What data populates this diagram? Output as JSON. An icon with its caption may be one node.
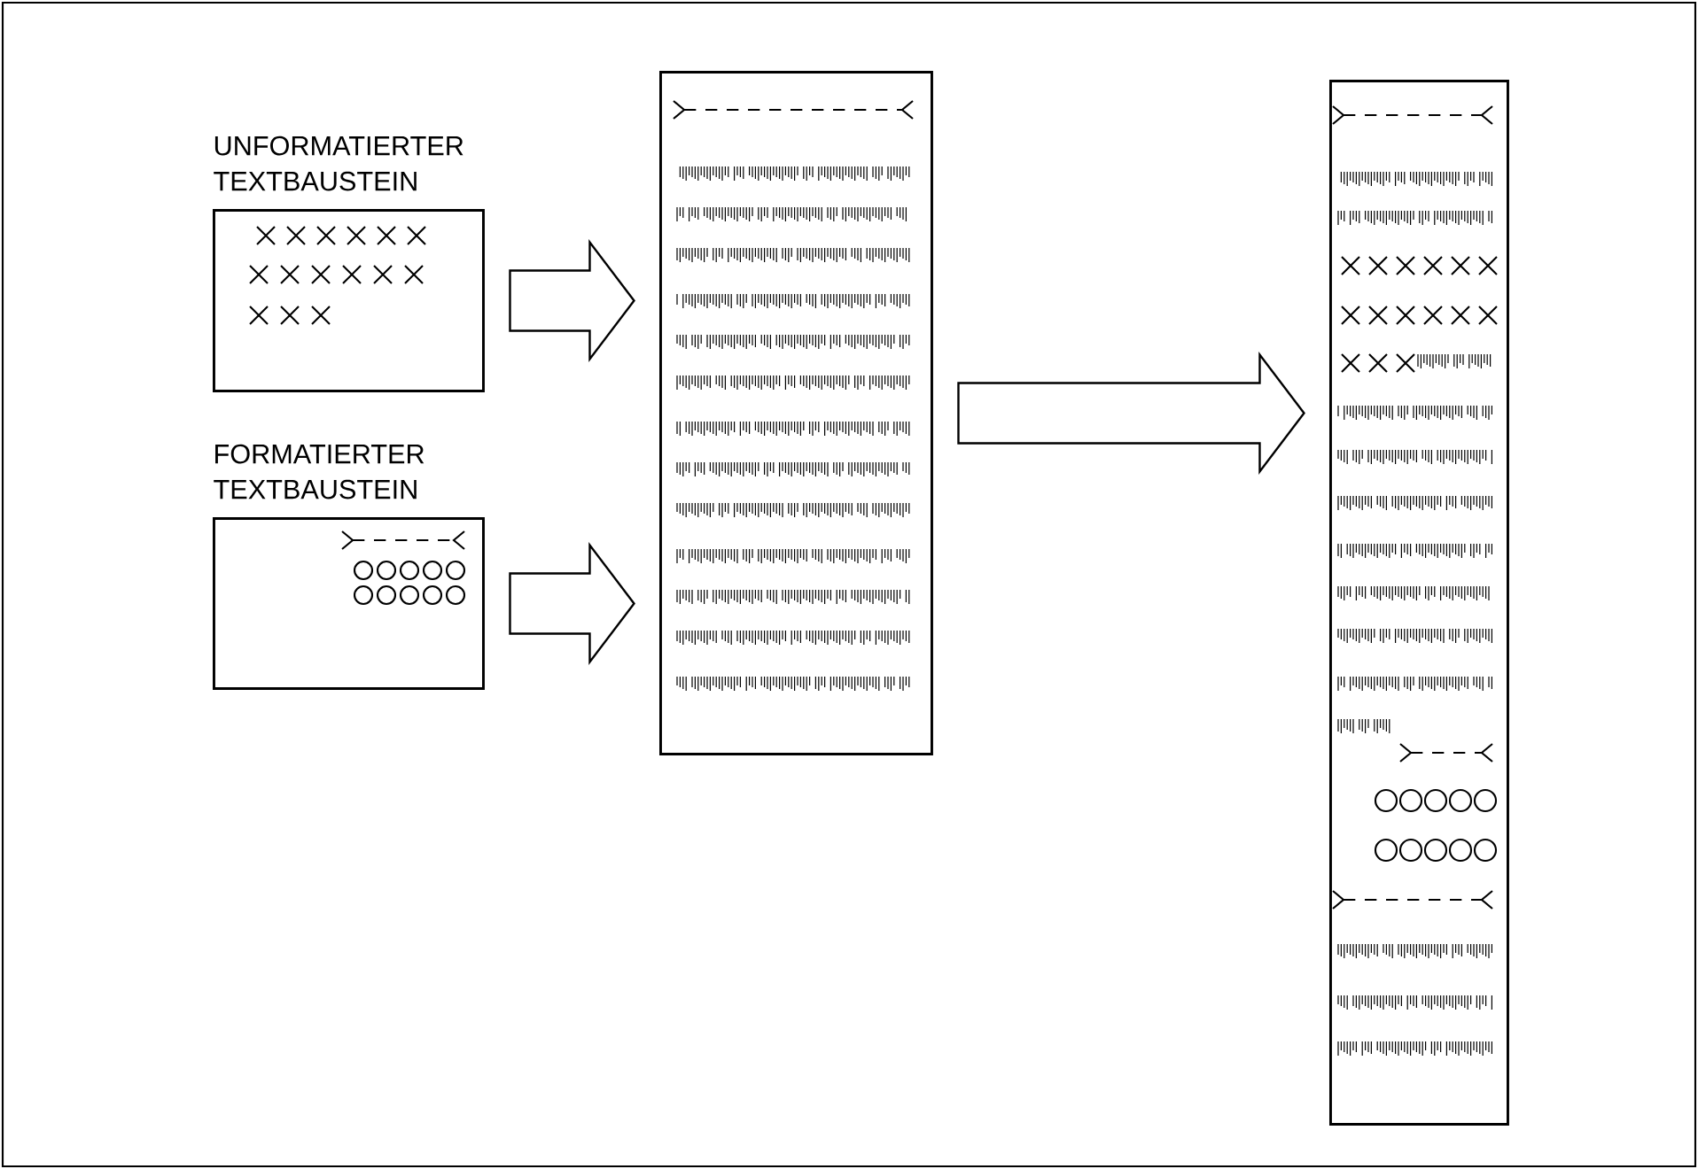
{
  "diagram": {
    "nodes": [
      {
        "text": [
          "UNFORMATIERTER TEXTBAUSTEIN"
        ]
      },
      {
        "text": [
          "FORMATIERTER TEXTBAUSTEIN"
        ]
      },
      {
        "text": [],
        "shape": "box"
      },
      {
        "text": [],
        "shape": "box"
      }
    ],
    "edges": [
      {
        "from": 0,
        "to": 2,
        "arrow": "to"
      },
      {
        "from": 1,
        "to": 2,
        "arrow": "to"
      },
      {
        "from": 2,
        "to": 3,
        "arrow": "to"
      }
    ]
  }
}
